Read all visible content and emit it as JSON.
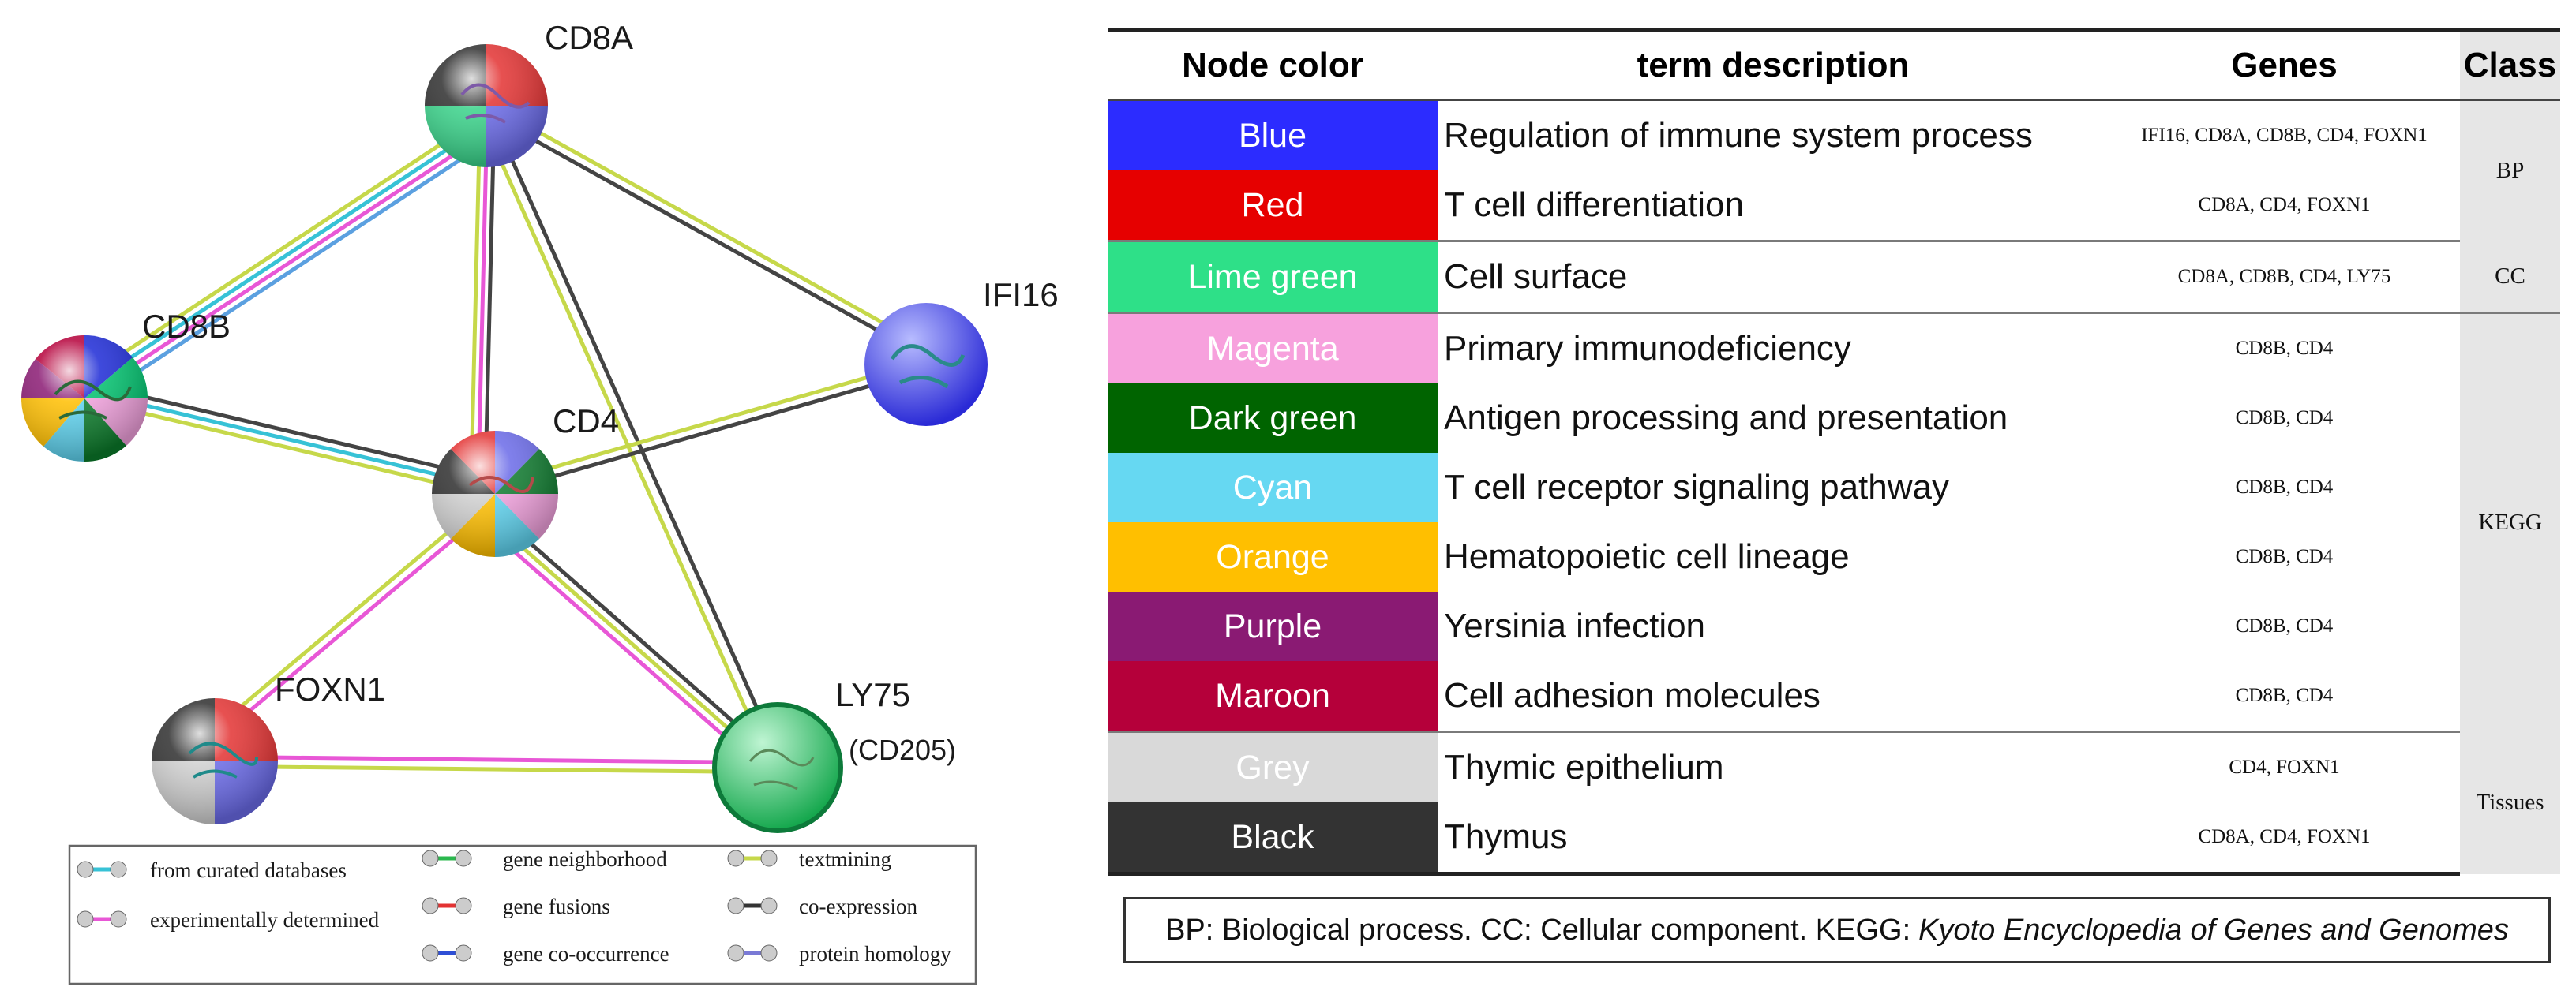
{
  "network": {
    "nodes": {
      "cd8a": "CD8A",
      "cd8b": "CD8B",
      "cd4": "CD4",
      "ifi16": "IFI16",
      "foxn1": "FOXN1",
      "ly75": "LY75",
      "ly75_alias": "(CD205)"
    },
    "legend": {
      "curated": "from curated databases",
      "experimental": "experimentally determined",
      "neighborhood": "gene neighborhood",
      "fusions": "gene fusions",
      "cooccurrence": "gene co-occurrence",
      "textmining": "textmining",
      "coexpression": "co-expression",
      "homology": "protein homology"
    }
  },
  "table": {
    "headers": {
      "node_color": "Node color",
      "term": "term description",
      "genes": "Genes",
      "class": "Class"
    },
    "rows": [
      {
        "color_name": "Blue",
        "color_hex": "#2c2cff",
        "text_color": "#ffffff",
        "term": "Regulation of immune system process",
        "genes": "IFI16, CD8A, CD8B, CD4, FOXN1"
      },
      {
        "color_name": "Red",
        "color_hex": "#e60000",
        "text_color": "#ffffff",
        "term": "T cell differentiation",
        "genes": "CD8A, CD4, FOXN1"
      },
      {
        "color_name": "Lime green",
        "color_hex": "#2ee088",
        "text_color": "#ffffff",
        "term": "Cell surface",
        "genes": "CD8A, CD8B, CD4, LY75"
      },
      {
        "color_name": "Magenta",
        "color_hex": "#f7a1dd",
        "text_color": "#ffffff",
        "term": "Primary immunodeficiency",
        "genes": "CD8B, CD4"
      },
      {
        "color_name": "Dark green",
        "color_hex": "#006400",
        "text_color": "#ffffff",
        "term": "Antigen processing and presentation",
        "genes": "CD8B, CD4"
      },
      {
        "color_name": "Cyan",
        "color_hex": "#66d8f2",
        "text_color": "#ffffff",
        "term": "T cell receptor signaling pathway",
        "genes": "CD8B, CD4"
      },
      {
        "color_name": "Orange",
        "color_hex": "#ffbf00",
        "text_color": "#ffffff",
        "term": "Hematopoietic cell lineage",
        "genes": "CD8B, CD4"
      },
      {
        "color_name": "Purple",
        "color_hex": "#8a1a73",
        "text_color": "#ffffff",
        "term": "Yersinia infection",
        "genes": "CD8B, CD4"
      },
      {
        "color_name": "Maroon",
        "color_hex": "#b5003a",
        "text_color": "#ffffff",
        "term": "Cell adhesion molecules",
        "genes": "CD8B, CD4"
      },
      {
        "color_name": "Grey",
        "color_hex": "#d9d9d9",
        "text_color": "#ffffff",
        "term": "Thymic epithelium",
        "genes": "CD4, FOXN1"
      },
      {
        "color_name": "Black",
        "color_hex": "#333333",
        "text_color": "#ffffff",
        "term": "Thymus",
        "genes": "CD8A, CD4, FOXN1"
      }
    ],
    "classes": {
      "bp": "BP",
      "cc": "CC",
      "kegg": "KEGG",
      "tissues": "Tissues"
    }
  },
  "footnote": {
    "text": "BP: Biological process. CC: Cellular  component. KEGG:",
    "italic": "Kyoto Encyclopedia of Genes and Genomes"
  }
}
